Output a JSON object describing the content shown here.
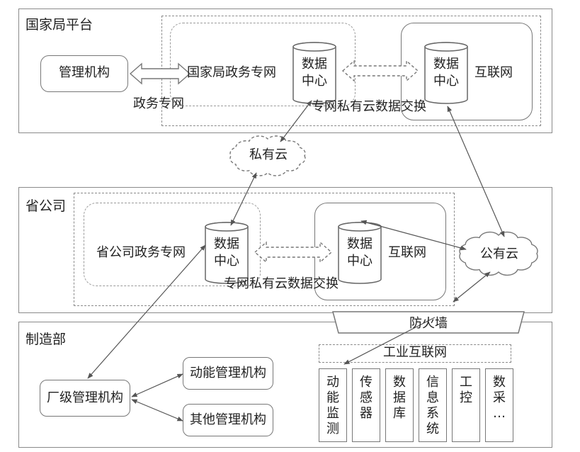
{
  "national": {
    "title": "国家局平台",
    "mgmt": "管理机构",
    "govnet": "政务专网",
    "govnet_inner": "国家局政务专网",
    "dc1_l1": "数据",
    "dc1_l2": "中心",
    "dc2_l1": "数据",
    "dc2_l2": "中心",
    "internet": "互联网",
    "exchange": "专网私有云数据交换"
  },
  "private_cloud": "私有云",
  "province": {
    "title": "省公司",
    "govnet": "省公司政务专网",
    "dc1_l1": "数据",
    "dc1_l2": "中心",
    "dc2_l1": "数据",
    "dc2_l2": "中心",
    "internet": "互联网",
    "exchange": "专网私有云数据交换"
  },
  "public_cloud": "公有云",
  "firewall": "防火墙",
  "manufacturing": {
    "title": "制造部",
    "factory": "厂级管理机构",
    "power": "动能管理机构",
    "other": "其他管理机构",
    "iiot": "工业互联网",
    "columns": [
      "动能监测",
      "传感器",
      "数据库",
      "信息系统",
      "工控",
      "数采…"
    ]
  }
}
